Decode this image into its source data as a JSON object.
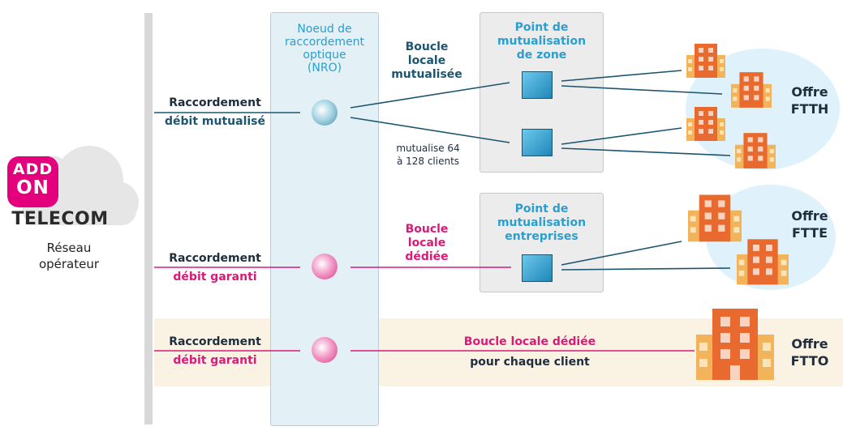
{
  "logo": {
    "line1": "ADD",
    "line2": "ON",
    "brand": "TELECOM"
  },
  "operator": {
    "label_line1": "Réseau",
    "label_line2": "opérateur"
  },
  "nro": {
    "line1": "Noeud de",
    "line2": "raccordement",
    "line3": "optique",
    "line4": "(NRO)"
  },
  "rows": [
    {
      "conn_title": "Raccordement",
      "conn_sub": "débit mutualisé"
    },
    {
      "conn_title": "Raccordement",
      "conn_sub": "débit garanti"
    },
    {
      "conn_title": "Raccordement",
      "conn_sub": "débit garanti"
    }
  ],
  "loops": {
    "mutualisee": {
      "line1": "Boucle",
      "line2": "locale",
      "line3": "mutualisée"
    },
    "mutualise_note": {
      "line1": "mutualise 64",
      "line2": "à 128 clients"
    },
    "dediee": {
      "line1": "Boucle",
      "line2": "locale",
      "line3": "dédiée"
    },
    "ftto_title": "Boucle locale dédiée",
    "ftto_sub": "pour chaque client"
  },
  "pm_zone": {
    "line1": "Point de",
    "line2": "mutualisation",
    "line3": "de zone"
  },
  "pm_ent": {
    "line1": "Point de",
    "line2": "mutualisation",
    "line3": "entreprises"
  },
  "offers": {
    "ftth": {
      "line1": "Offre",
      "line2": "FTTH"
    },
    "ftte": {
      "line1": "Offre",
      "line2": "FTTE"
    },
    "ftto": {
      "line1": "Offre",
      "line2": "FTTO"
    }
  },
  "colors": {
    "pink": "#d81b7a",
    "teal": "#1c5570",
    "blue": "#2a9fd0",
    "logo_pink": "#e4007d",
    "nro_bg": "#e3f0f6",
    "ftto_band": "#faf2e3",
    "offer_bubble": "#dff1fb",
    "building_orange": "#e86a2e",
    "building_light": "#f2b35a"
  }
}
